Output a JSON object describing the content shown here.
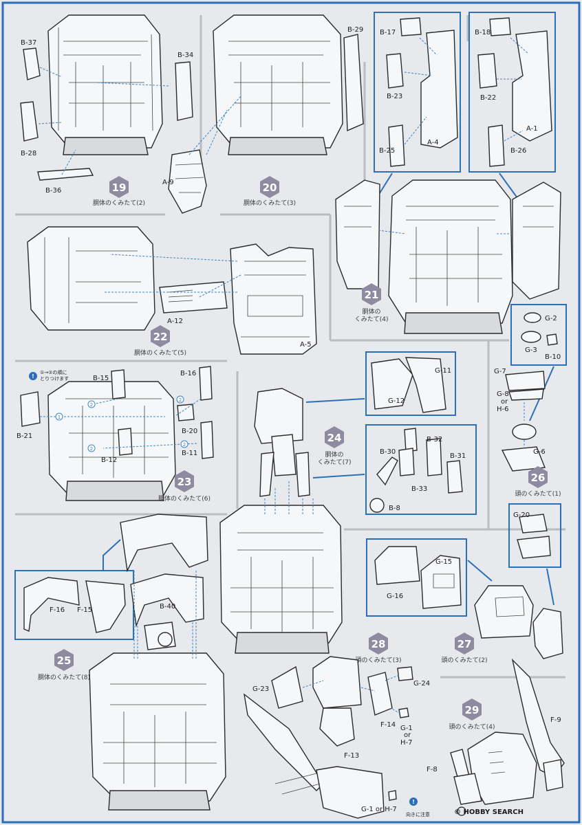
{
  "steps": [
    {
      "num": "19",
      "title": "胴体のくみたて(2)"
    },
    {
      "num": "20",
      "title": "胴体のくみたて(3)"
    },
    {
      "num": "21",
      "title_line1": "胴体の",
      "title_line2": "くみたて(4)"
    },
    {
      "num": "22",
      "title": "胴体のくみたて(5)"
    },
    {
      "num": "23",
      "title": "胴体のくみたて(6)"
    },
    {
      "num": "24",
      "title_line1": "胴体の",
      "title_line2": "くみたて(7)"
    },
    {
      "num": "25",
      "title": "胴体のくみたて(8)"
    },
    {
      "num": "26",
      "title": "頭のくみたて(1)"
    },
    {
      "num": "27",
      "title": "頭のくみたて(2)"
    },
    {
      "num": "28",
      "title": "頭のくみたて(3)"
    },
    {
      "num": "29",
      "title": "頭のくみたて(4)"
    }
  ],
  "parts": {
    "b37": "B-37",
    "b34": "B-34",
    "b28": "B-28",
    "b36": "B-36",
    "a9": "A-9",
    "b29": "B-29",
    "b17": "B-17",
    "b23": "B-23",
    "a4": "A-4",
    "b25": "B-25",
    "b18": "B-18",
    "b22": "B-22",
    "a1": "A-1",
    "b26": "B-26",
    "a12": "A-12",
    "a5": "A-5",
    "g2": "G-2",
    "g3": "G-3",
    "b10": "B-10",
    "b15": "B-15",
    "b16": "B-16",
    "b20": "B-20",
    "b21": "B-21",
    "b12": "B-12",
    "b11": "B-11",
    "g11": "G-11",
    "g12": "G-12",
    "g7": "G-7",
    "g8": "G-8",
    "or": "or",
    "h6": "H-6",
    "g6": "G-6",
    "b30": "B-30",
    "b32": "B-32",
    "b31": "B-31",
    "b33": "B-33",
    "b8": "B-8",
    "g20": "G-20",
    "g15": "G-15",
    "g16": "G-16",
    "f16": "F-16",
    "f15": "F-15",
    "b40": "B-40",
    "g23": "G-23",
    "g24": "G-24",
    "f14": "F-14",
    "g1": "G-1",
    "h7": "H-7",
    "f13": "F-13",
    "f9": "F-9",
    "f8": "F-8",
    "g1_or_h7": "G-1 or H-7"
  },
  "notes": {
    "order_line1": "①→②の順に",
    "order_line2": "とりつけます",
    "caution": "向きに注意",
    "circle1": "1",
    "circle2": "2"
  },
  "watermark": {
    "text": "© HOBBY SEARCH"
  },
  "colors": {
    "accent": "#2a6fb8",
    "badge": "#8e8aa0",
    "paper": "#e7e9ec"
  },
  "icons": [
    "info-icon",
    "copyright-icon",
    "step-badge"
  ]
}
